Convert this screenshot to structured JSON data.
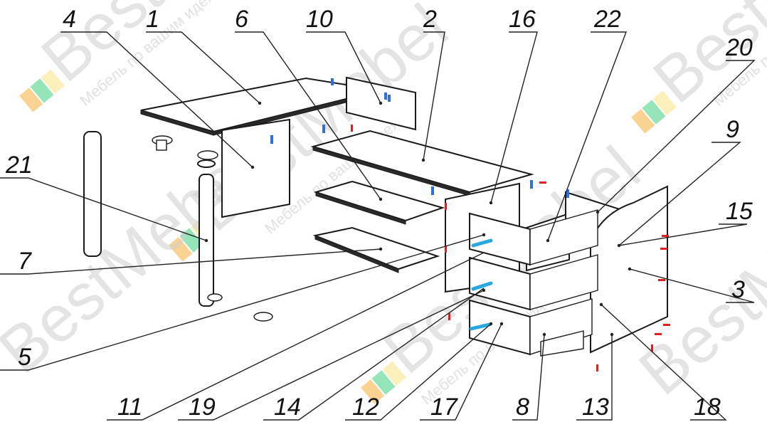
{
  "watermark": {
    "brand": "BestMebel",
    "tagline": "Мебель по вашим идеям",
    "colors": {
      "orange": "#f5a623",
      "green": "#2ecc71",
      "yellow": "#f7e27a"
    }
  },
  "labels": {
    "l1": "1",
    "l2": "2",
    "l3": "3",
    "l4": "4",
    "l5": "5",
    "l6": "6",
    "l7": "7",
    "l8": "8",
    "l9": "9",
    "l10": "10",
    "l11": "11",
    "l12": "12",
    "l13": "13",
    "l14": "14",
    "l15": "15",
    "l16": "16",
    "l17": "17",
    "l18": "18",
    "l19": "19",
    "l20": "20",
    "l21": "21",
    "l22": "22"
  }
}
